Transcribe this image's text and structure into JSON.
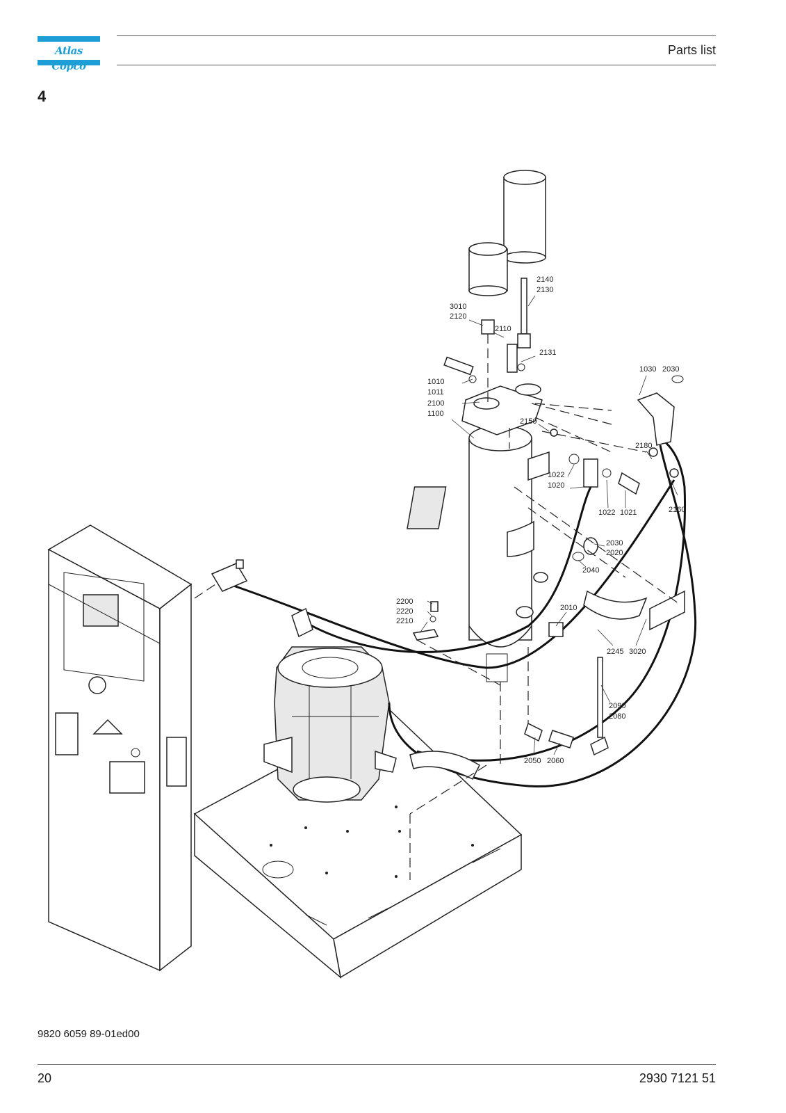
{
  "header": {
    "brand": "Atlas Copco",
    "title": "Parts list"
  },
  "section": {
    "number": "4"
  },
  "callouts": [
    "2140",
    "2130",
    "3010",
    "2120",
    "2110",
    "2131",
    "1030",
    "2030",
    "1010",
    "1011",
    "2100",
    "1100",
    "2150",
    "2180",
    "1022",
    "1020",
    "1022",
    "1021",
    "2160",
    "2030",
    "2020",
    "2040",
    "2200",
    "2220",
    "2210",
    "2010",
    "2245",
    "3020",
    "2090",
    "2080",
    "2050",
    "2060"
  ],
  "footer": {
    "document_code": "9820 6059 89-01ed00",
    "page_number": "20",
    "document_number": "2930 7121 51"
  },
  "colors": {
    "brand_blue": "#1d9ed6",
    "line": "#222222"
  }
}
